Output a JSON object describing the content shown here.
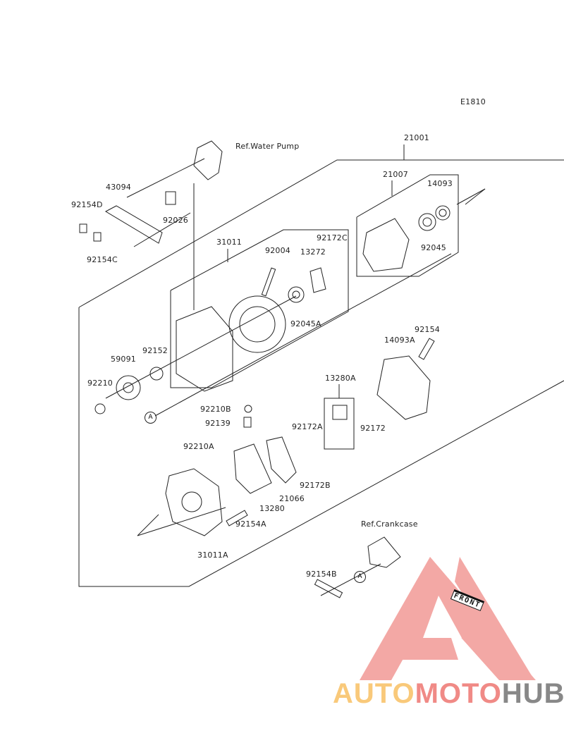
{
  "diagram_code": "E1810",
  "parts": [
    "21001",
    "21007",
    "14093",
    "43094",
    "92154D",
    "92026",
    "31011",
    "92172C",
    "92004",
    "13272",
    "92045",
    "92154C",
    "92045A",
    "92154",
    "14093A",
    "92152",
    "59091",
    "13280A",
    "92210",
    "92210B",
    "92139",
    "92172A",
    "92172",
    "92210A",
    "92172B",
    "21066",
    "13280",
    "92154A",
    "31011A",
    "92154B"
  ],
  "references": {
    "water_pump": "Ref.Water Pump",
    "crankcase": "Ref.Crankcase"
  },
  "connector_marker": "A",
  "front_marker": "FRONT",
  "watermark": {
    "part1": "AUTO",
    "part2": "MOTO",
    "part3": "HUB",
    "colors": {
      "auto": "#f9c97a",
      "moto": "#f08a86",
      "hub": "#888888",
      "triangle": "#f29a96"
    }
  }
}
